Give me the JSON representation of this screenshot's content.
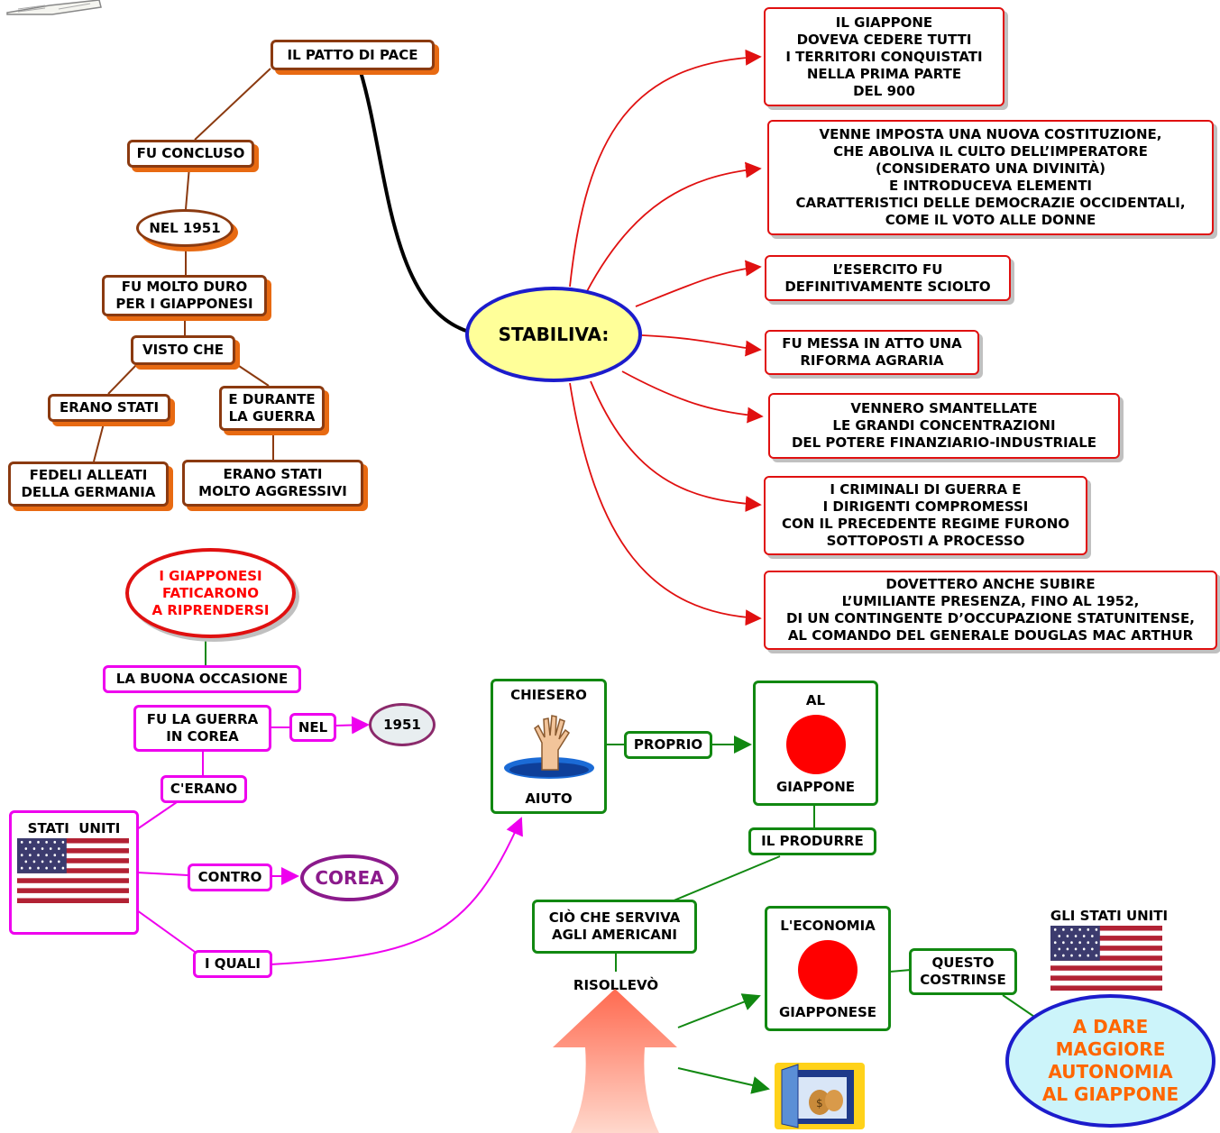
{
  "top_branch": {
    "root": "IL PATTO DI PACE",
    "fu_concluso": "FU CONCLUSO",
    "nel_1951": "NEL 1951",
    "duro": "FU MOLTO DURO\nPER I GIAPPONESI",
    "visto_che": "VISTO CHE",
    "erano_stati": "ERANO STATI",
    "durante": "E DURANTE\nLA GUERRA",
    "fedeli": "FEDELI ALLEATI\nDELLA GERMANIA",
    "aggressivi": "ERANO STATI\nMOLTO AGGRESSIVI"
  },
  "stabiliva": {
    "center": "STABILIVA:",
    "items": [
      "IL GIAPPONE\nDOVEVA CEDERE TUTTI\nI TERRITORI CONQUISTATI\nNELLA PRIMA PARTE\nDEL 900",
      "VENNE IMPOSTA UNA NUOVA COSTITUZIONE,\nCHE ABOLIVA IL CULTO DELL’IMPERATORE\n(CONSIDERATO UNA DIVINITÀ)\nE INTRODUCEVA ELEMENTI\nCARATTERISTICI DELLE DEMOCRAZIE OCCIDENTALI,\nCOME IL VOTO ALLE DONNE",
      "L’ESERCITO FU\nDEFINITIVAMENTE SCIOLTO",
      "FU MESSA IN ATTO UNA\nRIFORMA AGRARIA",
      "VENNERO SMANTELLATE\nLE GRANDI CONCENTRAZIONI\nDEL POTERE FINANZIARIO-INDUSTRIALE",
      "I CRIMINALI DI GUERRA E\nI DIRIGENTI COMPROMESSI\nCON IL PRECEDENTE REGIME FURONO\nSOTTOPOSTI A PROCESSO",
      "DOVETTERO ANCHE SUBIRE\nL’UMILIANTE PRESENZA, FINO AL 1952,\nDI UN CONTINGENTE D’OCCUPAZIONE STATUNITENSE,\nAL COMANDO DEL GENERALE DOUGLAS MAC ARTHUR"
    ]
  },
  "corea_branch": {
    "faticarono": "I GIAPPONESI\nFATICARONO\nA RIPRENDERSI",
    "occasione": "LA BUONA OCCASIONE",
    "guerra_corea": "FU LA GUERRA\nIN COREA",
    "nel": "NEL",
    "year": "1951",
    "cerano": "C'ERANO",
    "stati_uniti": "STATI  UNITI",
    "contro": "CONTRO",
    "corea": "COREA",
    "i_quali": "I QUALI"
  },
  "help_branch": {
    "chiesero": "CHIESERO",
    "aiuto": "AIUTO",
    "proprio": "PROPRIO",
    "al": "AL",
    "giappone": "GIAPPONE",
    "il_produrre": "IL PRODURRE",
    "serviva": "CIÒ CHE SERVIVA\nAGLI AMERICANI",
    "risollevo": "RISOLLEVÒ",
    "economia": "L'ECONOMIA",
    "giapponese": "GIAPPONESE",
    "costrinse": "QUESTO\nCOSTRINSE",
    "gli_stati_uniti": "GLI STATI UNITI",
    "autonomia": "A DARE\nMAGGIORE\nAUTONOMIA\nAL GIAPPONE"
  },
  "colors": {
    "japan_red": "#ff0000",
    "autonomia_text": "#ff6600",
    "corea_text": "#8b1a8b",
    "faticarono_text": "#ff0000"
  }
}
